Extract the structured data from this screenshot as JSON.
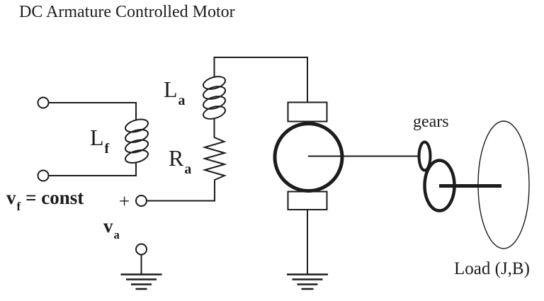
{
  "title": "DC Armature Controlled Motor",
  "colors": {
    "ink": "#1c1c1c",
    "background": "#ffffff"
  },
  "labels": {
    "field_inductor": {
      "main": "L",
      "sub": "f"
    },
    "field_voltage": {
      "main": "v",
      "sub": "f",
      "rest": "= const"
    },
    "armature_inductor": {
      "main": "L",
      "sub": "a"
    },
    "armature_resistance": {
      "main": "R",
      "sub": "a"
    },
    "armature_voltage": {
      "main": "v",
      "sub": "a"
    },
    "polarity": "+",
    "gears": "gears",
    "load": "Load (J,B)"
  }
}
